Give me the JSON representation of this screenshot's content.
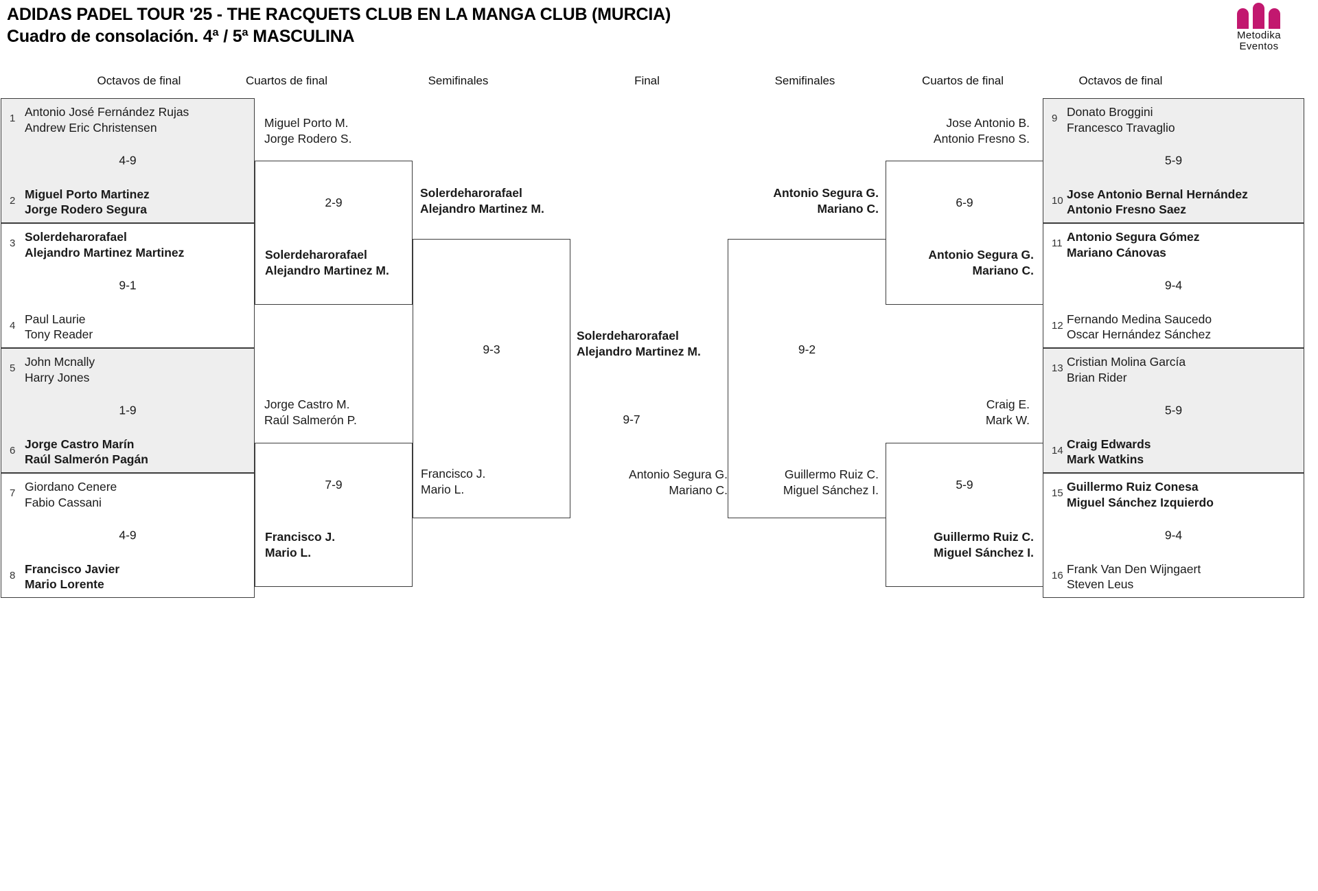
{
  "header": {
    "title_line1": "ADIDAS PADEL TOUR '25 - THE RACQUETS CLUB EN LA MANGA CLUB (MURCIA)",
    "title_line2": "Cuadro de consolación. 4ª / 5ª MASCULINA",
    "logo": {
      "name": "metodika-eventos-logo",
      "text_line1": "Metodika",
      "text_line2": "Eventos",
      "accent_color": "#c2186f"
    }
  },
  "round_headers": {
    "left": [
      "Octavos de final",
      "Cuartos de final",
      "Semifinales"
    ],
    "center": "Final",
    "right": [
      "Semifinales",
      "Cuartos de final",
      "Octavos de final"
    ]
  },
  "colors": {
    "shaded_row": "#eeeeee",
    "border": "#3c3c3c",
    "text": "#1a1a1a",
    "background": "#ffffff"
  },
  "bracket": {
    "left": {
      "r16": [
        {
          "score": "4-9",
          "shaded": true,
          "top": {
            "seed": "1",
            "p1": "Antonio José Fernández Rujas",
            "p2": "Andrew Eric Christensen",
            "winner": false
          },
          "bottom": {
            "seed": "2",
            "p1": "Miguel Porto Martinez",
            "p2": "Jorge Rodero Segura",
            "winner": true
          }
        },
        {
          "score": "9-1",
          "shaded": false,
          "top": {
            "seed": "3",
            "p1": "Solerdeharorafael",
            "p2": "Alejandro Martinez Martinez",
            "winner": true
          },
          "bottom": {
            "seed": "4",
            "p1": "Paul Laurie",
            "p2": "Tony Reader",
            "winner": false
          }
        },
        {
          "score": "1-9",
          "shaded": true,
          "top": {
            "seed": "5",
            "p1": "John Mcnally",
            "p2": "Harry Jones",
            "winner": false
          },
          "bottom": {
            "seed": "6",
            "p1": "Jorge Castro Marín",
            "p2": "Raúl Salmerón Pagán",
            "winner": true
          }
        },
        {
          "score": "4-9",
          "shaded": false,
          "top": {
            "seed": "7",
            "p1": "Giordano Cenere",
            "p2": "Fabio Cassani",
            "winner": false
          },
          "bottom": {
            "seed": "8",
            "p1": "Francisco Javier",
            "p2": "Mario Lorente",
            "winner": true
          }
        }
      ],
      "qf": [
        {
          "score": "2-9",
          "top": {
            "p1": "Miguel Porto M.",
            "p2": "Jorge Rodero S.",
            "winner": false
          },
          "bottom": {
            "p1": "Solerdeharorafael",
            "p2": "Alejandro Martinez M.",
            "winner": true
          }
        },
        {
          "score": "7-9",
          "top": {
            "p1": "Jorge Castro M.",
            "p2": "Raúl Salmerón P.",
            "winner": false
          },
          "bottom": {
            "p1": "Francisco J.",
            "p2": "Mario L.",
            "winner": true
          }
        }
      ],
      "sf": [
        {
          "score": "9-3",
          "top": {
            "p1": "Solerdeharorafael",
            "p2": "Alejandro Martinez M.",
            "winner": true
          },
          "bottom": {
            "p1": "Francisco J.",
            "p2": "Mario L.",
            "winner": false
          }
        }
      ]
    },
    "final": {
      "score": "9-7",
      "top": {
        "p1": "Solerdeharorafael",
        "p2": "Alejandro Martinez M.",
        "winner": true
      },
      "bottom": {
        "p1": "Antonio Segura G.",
        "p2": "Mariano C.",
        "winner": false
      }
    },
    "right": {
      "r16": [
        {
          "score": "5-9",
          "shaded": true,
          "top": {
            "seed": "9",
            "p1": "Donato Broggini",
            "p2": "Francesco Travaglio",
            "winner": false
          },
          "bottom": {
            "seed": "10",
            "p1": "Jose Antonio Bernal Hernández",
            "p2": "Antonio Fresno Saez",
            "winner": true
          }
        },
        {
          "score": "9-4",
          "shaded": false,
          "top": {
            "seed": "11",
            "p1": "Antonio Segura Gómez",
            "p2": "Mariano Cánovas",
            "winner": true
          },
          "bottom": {
            "seed": "12",
            "p1": "Fernando Medina Saucedo",
            "p2": "Oscar Hernández Sánchez",
            "winner": false
          }
        },
        {
          "score": "5-9",
          "shaded": true,
          "top": {
            "seed": "13",
            "p1": "Cristian Molina García",
            "p2": "Brian Rider",
            "winner": false
          },
          "bottom": {
            "seed": "14",
            "p1": "Craig Edwards",
            "p2": "Mark Watkins",
            "winner": true
          }
        },
        {
          "score": "9-4",
          "shaded": false,
          "top": {
            "seed": "15",
            "p1": "Guillermo Ruiz Conesa",
            "p2": "Miguel Sánchez Izquierdo",
            "winner": true
          },
          "bottom": {
            "seed": "16",
            "p1": "Frank Van Den Wijngaert",
            "p2": "Steven Leus",
            "winner": false
          }
        }
      ],
      "qf": [
        {
          "score": "6-9",
          "top": {
            "p1": "Jose Antonio B.",
            "p2": "Antonio Fresno S.",
            "winner": false
          },
          "bottom": {
            "p1": "Antonio Segura G.",
            "p2": "Mariano C.",
            "winner": true
          }
        },
        {
          "score": "5-9",
          "top": {
            "p1": "Craig E.",
            "p2": "Mark W.",
            "winner": false
          },
          "bottom": {
            "p1": "Guillermo Ruiz C.",
            "p2": "Miguel Sánchez I.",
            "winner": true
          }
        }
      ],
      "sf": [
        {
          "score": "9-2",
          "top": {
            "p1": "Antonio Segura G.",
            "p2": "Mariano C.",
            "winner": true
          },
          "bottom": {
            "p1": "Guillermo Ruiz C.",
            "p2": "Miguel Sánchez I.",
            "winner": false
          }
        }
      ]
    }
  }
}
